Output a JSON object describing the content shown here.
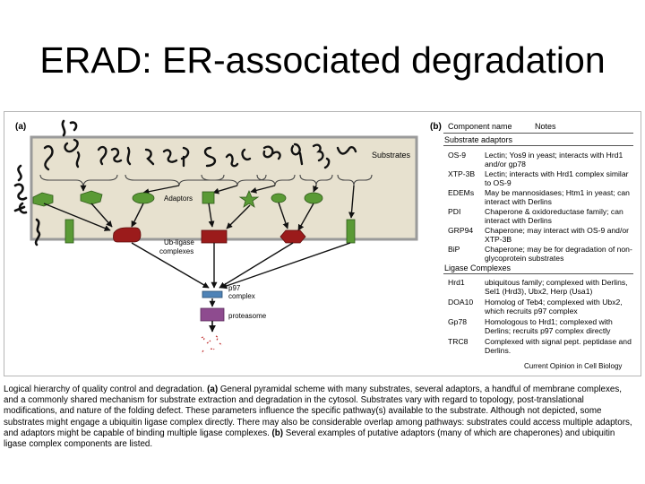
{
  "slide": {
    "title": "ERAD: ER-associated degradation"
  },
  "panel_a": {
    "tag": "(a)",
    "substrates_label": "Substrates",
    "adaptors_label": "Adaptors",
    "ligase_label_line1": "Ub-ligase",
    "ligase_label_line2": "complexes",
    "p97_label_line1": "p97",
    "p97_label_line2": "complex",
    "proteasome_label": "proteasome",
    "colors": {
      "er_fill": "#e7e1cf",
      "er_border": "#9a9a9a",
      "adaptor_green": "#5a9a35",
      "ligase_red": "#9b1b1b",
      "p97_blue": "#4f83b7",
      "proteasome_purple": "#8e4b8f",
      "fragment_red": "#c03030"
    }
  },
  "panel_b": {
    "tag": "(b)",
    "col_component": "Component name",
    "col_notes": "Notes",
    "sections": [
      {
        "title": "Substrate adaptors",
        "rows": [
          {
            "name": "OS-9",
            "note": "Lectin; Yos9 in yeast; interacts with Hrd1 and/or gp78"
          },
          {
            "name": "XTP-3B",
            "note": "Lectin; interacts with Hrd1 complex similar to OS-9"
          },
          {
            "name": "EDEMs",
            "note": "May be mannosidases; Htm1 in yeast; can interact with Derlins"
          },
          {
            "name": "PDI",
            "note": "Chaperone & oxidoreductase family; can interact with Derlins"
          },
          {
            "name": "GRP94",
            "note": "Chaperone; may interact with OS-9 and/or XTP-3B"
          },
          {
            "name": "BiP",
            "note": "Chaperone; may be for degradation of non-glycoprotein substrates"
          }
        ]
      },
      {
        "title": "Ligase Complexes",
        "rows": [
          {
            "name": "Hrd1",
            "note": "ubiquitous family; complexed with Derlins, Sel1 (Hrd3), Ubx2, Herp (Usa1)"
          },
          {
            "name": "DOA10",
            "note": "Homolog of Teb4; complexed with Ubx2, which recruits p97 complex"
          },
          {
            "name": "Gp78",
            "note": "Homologous to Hrd1; complexed with Derlins; recruits p97 complex directly"
          },
          {
            "name": "TRC8",
            "note": "Complexed with signal pept. peptidase and Derlins."
          }
        ]
      }
    ],
    "credit": "Current Opinion in Cell Biology"
  },
  "caption": {
    "lead": "Logical hierarchy of quality control and degradation. ",
    "a_tag": "(a)",
    "a_text": " General pyramidal scheme with many substrates, several adaptors, a handful of membrane complexes, and a commonly shared mechanism for substrate extraction and degradation in the cytosol. Substrates vary with regard to topology, post-translational modifications, and nature of the folding defect. These parameters influence the specific pathway(s) available to the substrate. Although not depicted, some substrates might engage a ubiquitin ligase complex directly. There may also be considerable overlap among pathways: substrates could access multiple adaptors, and adaptors might be capable of binding multiple ligase complexes. ",
    "b_tag": "(b)",
    "b_text": " Several examples of putative adaptors (many of which are chaperones) and ubiquitin ligase complex components are listed."
  }
}
